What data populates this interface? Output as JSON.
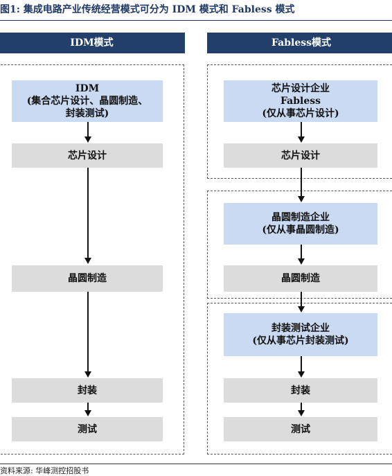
{
  "title": "图1: 集成电路产业传统经营模式可分为 IDM 模式和 Fabless 模式",
  "idm": {
    "header": "IDM模式",
    "company": [
      "IDM",
      "(集合芯片设计、晶圆制造、",
      "封装测试)"
    ],
    "steps": [
      "芯片设计",
      "晶圆制造",
      "封装",
      "测试"
    ]
  },
  "fabless": {
    "header": "Fabless模式",
    "design_company": [
      "芯片设计企业",
      "Fabless",
      "(仅从事芯片设计)"
    ],
    "design_step": "芯片设计",
    "fab_company": [
      "晶圆制造企业",
      "(仅从事晶圆制造)"
    ],
    "fab_step": "晶圆制造",
    "package_company": [
      "封装测试企业",
      "(仅从事芯片封装测试)"
    ],
    "package_step": "封装",
    "test_step": "测试"
  },
  "source": "资料来源: 华峰测控招股书",
  "colors": {
    "header": "#223f6b",
    "company_box": "#c9daf2",
    "step_box": "#dcdcdc",
    "title": "#1f3864"
  }
}
